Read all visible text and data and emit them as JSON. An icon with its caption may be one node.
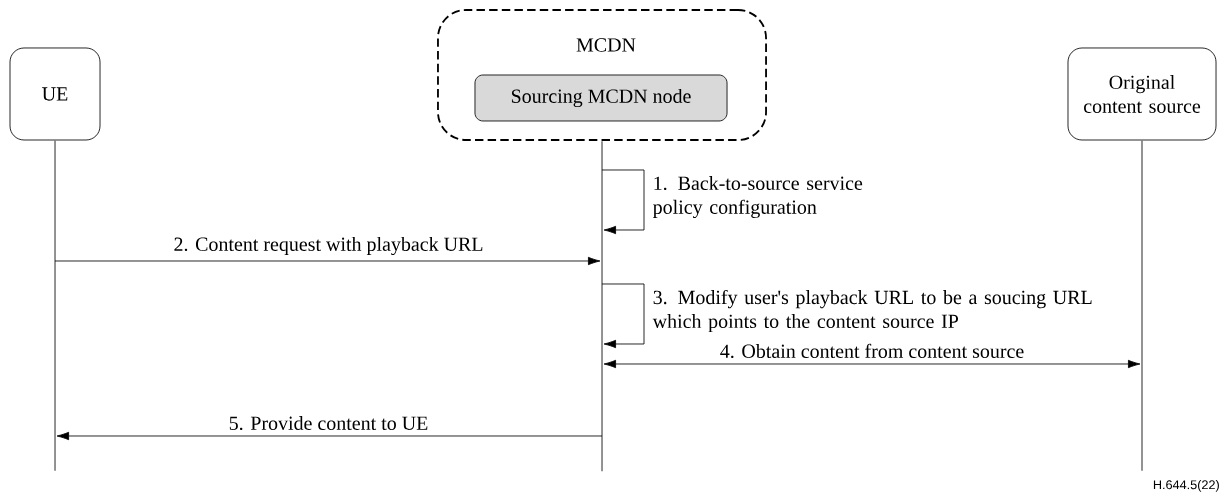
{
  "diagram": {
    "nodes": [
      {
        "text": [
          "UE"
        ]
      },
      {
        "text": [
          "MCDN"
        ]
      },
      {
        "text": [
          "Sourcing MCDN node"
        ],
        "in": 1
      },
      {
        "text": [
          "Original content source"
        ]
      },
      {
        "text": [],
        "shape": "line"
      },
      {
        "text": [],
        "shape": "line"
      },
      {
        "text": [],
        "shape": "line"
      }
    ],
    "edges": [
      {
        "from": 5,
        "to": 5,
        "arrow": "to",
        "label": "1. Back-to-source service policy configuration"
      },
      {
        "from": 4,
        "to": 5,
        "arrow": "to",
        "label": "2. Content request with playback URL"
      },
      {
        "from": 5,
        "to": 5,
        "arrow": "to",
        "label": "3. Modify user's playback URL to be a soucing URL which points to the content source IP"
      },
      {
        "from": 5,
        "to": 6,
        "arrow": "both",
        "label": "4. Obtain content from content source"
      },
      {
        "from": 5,
        "to": 4,
        "arrow": "to",
        "label": "5. Provide content to UE"
      }
    ],
    "labels": [
      "H.644.5(22)"
    ]
  }
}
